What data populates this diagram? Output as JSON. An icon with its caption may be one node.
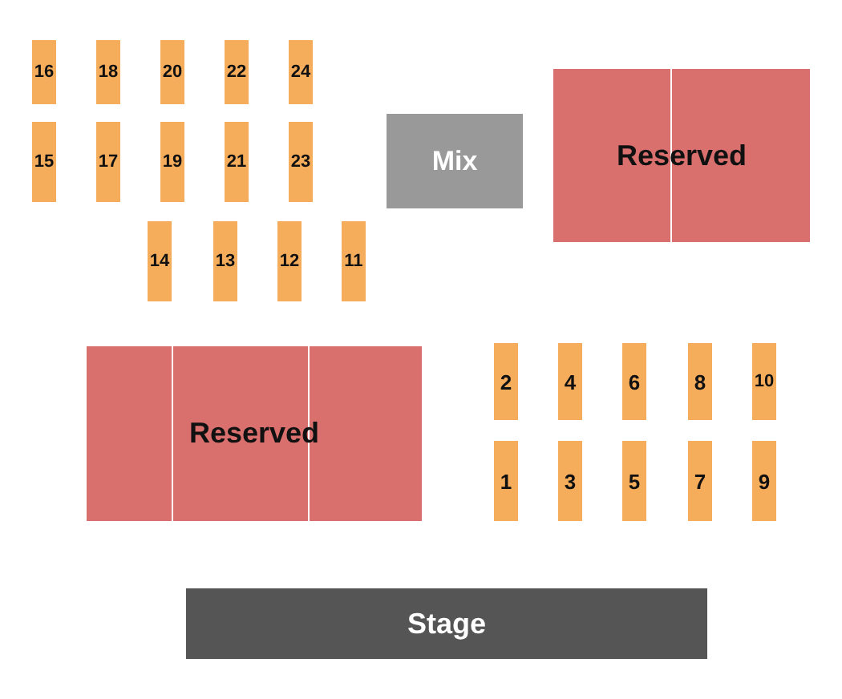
{
  "diagram": {
    "nodes": [
      {
        "text": [
          "16"
        ]
      },
      {
        "text": [
          "18"
        ]
      },
      {
        "text": [
          "20"
        ]
      },
      {
        "text": [
          "22"
        ]
      },
      {
        "text": [
          "24"
        ]
      },
      {
        "text": [
          "Reserved"
        ]
      },
      {
        "text": [
          "15"
        ]
      },
      {
        "text": [
          "17"
        ]
      },
      {
        "text": [
          "19"
        ]
      },
      {
        "text": [
          "21"
        ]
      },
      {
        "text": [
          "23"
        ]
      },
      {
        "text": [
          "Mix"
        ]
      },
      {
        "text": [
          "14"
        ]
      },
      {
        "text": [
          "13"
        ]
      },
      {
        "text": [
          "12"
        ]
      },
      {
        "text": [
          "11"
        ]
      },
      {
        "text": [
          "Reserved"
        ]
      },
      {
        "text": [
          "2"
        ]
      },
      {
        "text": [
          "4"
        ]
      },
      {
        "text": [
          "6"
        ]
      },
      {
        "text": [
          "8"
        ]
      },
      {
        "text": [
          "10"
        ]
      },
      {
        "text": [
          "1"
        ]
      },
      {
        "text": [
          "3"
        ]
      },
      {
        "text": [
          "5"
        ]
      },
      {
        "text": [
          "7"
        ]
      },
      {
        "text": [
          "9"
        ]
      },
      {
        "text": [
          "Stage"
        ]
      }
    ],
    "edges": []
  }
}
